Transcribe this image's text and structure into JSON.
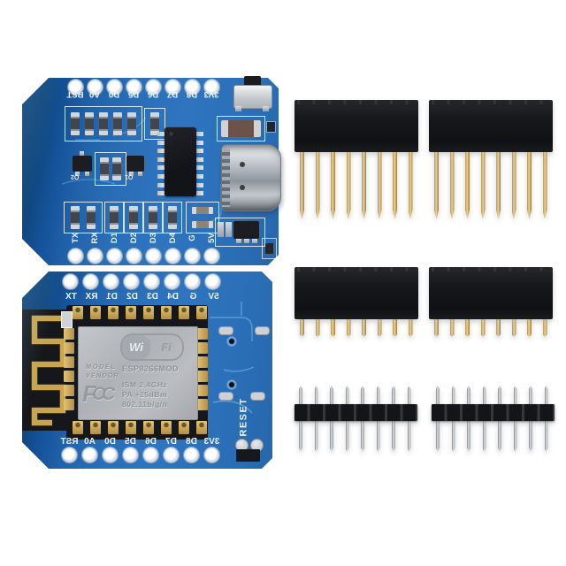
{
  "photo": {
    "subject": "ESP8266 D1 Mini development board (front and back views) with two long-pin female headers, two short-pin female headers and two male pin headers",
    "background": "#ffffff"
  },
  "board_front": {
    "top_pins": [
      "RST",
      "A0",
      "D0",
      "D5",
      "D6",
      "D7",
      "D8",
      "3V3"
    ],
    "bottom_pins": [
      "TX",
      "RX",
      "D1",
      "D2",
      "D3",
      "D4",
      "G",
      "5V"
    ],
    "q1_label": "Q1",
    "q2_label": "Q2"
  },
  "board_back": {
    "top_pins": [
      "TX",
      "RX",
      "D1",
      "D2",
      "D3",
      "D4",
      "G",
      "5V"
    ],
    "bottom_pins": [
      "RST",
      "A0",
      "D0",
      "D5",
      "D6",
      "D7",
      "D8",
      "3V3"
    ],
    "reset_label": "RESET",
    "module": {
      "wifi_wi": "Wi",
      "wifi_fi": "Fi",
      "model_label": "MODEL",
      "vendor_label": "VENDOR",
      "name": "ESP8266MOD",
      "spec_line1": "ISM 2.4GHz",
      "spec_line2": "PA +25dBm",
      "spec_line3": "802.11b/g/n",
      "fcc_f": "F",
      "fcc_c1": "C",
      "fcc_c2": "C"
    }
  },
  "colors": {
    "pcb_blue": "#2a6eb7",
    "pcb_dark_edge": "#0b3b70",
    "silkscreen": "#eef4f9",
    "antenna_gold": "#c9a54f",
    "header_pin_gold": "#c7aa63",
    "shield_gray": "#b4b8bc",
    "plastic_black": "#16171a",
    "pin_silver": "#c4c6c8"
  }
}
